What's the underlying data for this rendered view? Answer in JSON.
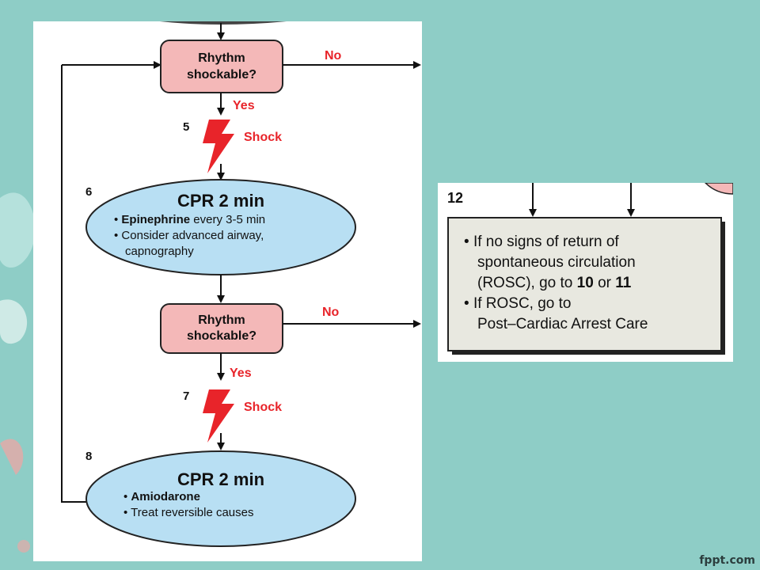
{
  "colors": {
    "background": "#8ecdc6",
    "decision_box": "#f4b8b8",
    "ellipse": "#b8dff3",
    "text_box": "#e8e8e0",
    "red": "#e8242a"
  },
  "flow": {
    "decision1": {
      "line1": "Rhythm",
      "line2": "shockable?",
      "no_label": "No",
      "yes_label": "Yes"
    },
    "step5": {
      "number": "5",
      "shock_label": "Shock",
      "icon": "lightning-bolt-icon"
    },
    "step6": {
      "number": "6",
      "title": "CPR 2 min",
      "bullet1_bold": "Epinephrine",
      "bullet1_rest": " every 3-5 min",
      "bullet2_line1": "Consider advanced airway,",
      "bullet2_line2": "capnography"
    },
    "decision2": {
      "line1": "Rhythm",
      "line2": "shockable?",
      "no_label": "No",
      "yes_label": "Yes"
    },
    "step7": {
      "number": "7",
      "shock_label": "Shock",
      "icon": "lightning-bolt-icon"
    },
    "step8": {
      "number": "8",
      "title": "CPR 2 min",
      "bullet1_bold": "Amiodarone",
      "bullet2": "Treat reversible causes"
    }
  },
  "box12": {
    "number": "12",
    "bullet1_line1": "If no signs of return of",
    "bullet1_line2": "spontaneous circulation",
    "bullet1_line3_pre": "(ROSC), go to ",
    "bullet1_line3_b1": "10",
    "bullet1_line3_mid": " or ",
    "bullet1_line3_b2": "11",
    "bullet2_line1": "If ROSC, go to",
    "bullet2_line2": "Post–Cardiac Arrest Care"
  },
  "watermark": "fppt.com"
}
